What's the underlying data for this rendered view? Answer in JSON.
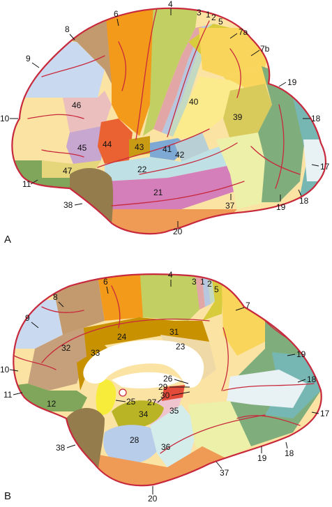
{
  "panels": [
    {
      "letter": "A",
      "view": "lateral"
    },
    {
      "letter": "B",
      "view": "medial"
    }
  ],
  "colors": {
    "outline": "#c8283c",
    "a4": "#c2cf63",
    "a6": "#f49a1b",
    "a8": "#c39a6e",
    "a9": "#c9d9ef",
    "a10": "#fbe3a3",
    "a11": "#7fa65a",
    "a12": "#7fa65a",
    "a17": "#e8f1f3",
    "a18": "#77b7b3",
    "a19": "#80ad7c",
    "a20": "#ef9b55",
    "a21": "#d47fba",
    "a22": "#bfe1e5",
    "a23": "#efd9a7",
    "a24": "#c89100",
    "a25": "#f8ec3a",
    "a28": "#b7cdea",
    "a31": "#c89100",
    "a32": "#c6a07a",
    "a33": "#c89100",
    "a34": "#b9b426",
    "a35": "#f0c4cf",
    "a36": "#d4ecea",
    "a37": "#ecf0a8",
    "a38": "#947c4c",
    "a39": "#d9ca5c",
    "a40": "#fbeb8c",
    "a41": "#7ea9d4",
    "a42": "#b8cfd6",
    "a43": "#c99a14",
    "a44": "#ea6132",
    "a45": "#c7a6d0",
    "a46": "#ecbfbf",
    "a47": "#e5d67c",
    "a7": "#f9d65b",
    "a5": "#d8cc3c",
    "a3": "#e3a6a6",
    "a1": "#b6c7df",
    "a2": "#c4d9c1",
    "a26": "#d47fba",
    "a29": "#ef9b55",
    "a30": "#d47fba",
    "a27": "#e24b3a"
  },
  "labels_a": [
    "4",
    "3",
    "1",
    "2",
    "5",
    "6",
    "8",
    "7a",
    "7b",
    "9",
    "19",
    "46",
    "40",
    "10",
    "39",
    "18",
    "45",
    "44",
    "43",
    "41",
    "42",
    "17",
    "47",
    "22",
    "11",
    "21",
    "38",
    "37",
    "19",
    "18",
    "20"
  ],
  "labels_b": [
    "6",
    "4",
    "3",
    "1",
    "2",
    "5",
    "8",
    "7",
    "9",
    "24",
    "31",
    "19",
    "32",
    "33",
    "23",
    "10",
    "18",
    "26",
    "29",
    "30",
    "12",
    "25",
    "27",
    "17",
    "11",
    "35",
    "34",
    "28",
    "36",
    "19",
    "18",
    "38",
    "37",
    "20"
  ]
}
